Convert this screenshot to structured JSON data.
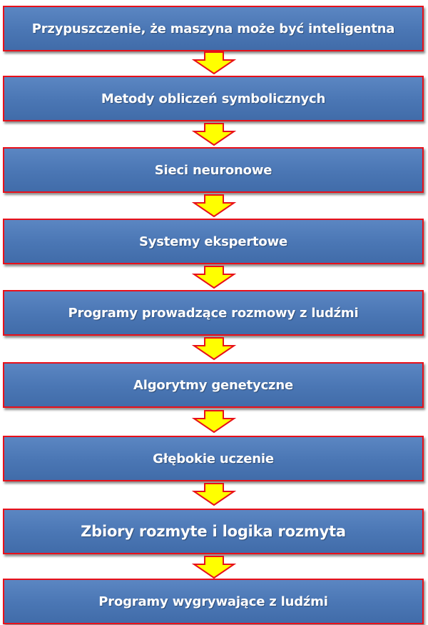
{
  "diagram": {
    "colors": {
      "box_fill": "#4a76b4",
      "box_border": "#e8101a",
      "arrow_fill": "#ffff00",
      "arrow_stroke": "#e8101a",
      "text": "#ffffff"
    },
    "steps": [
      {
        "label": "Przypuszczenie, że maszyna może być inteligentna"
      },
      {
        "label": "Metody obliczeń symbolicznych"
      },
      {
        "label": "Sieci neuronowe"
      },
      {
        "label": "Systemy ekspertowe"
      },
      {
        "label": "Programy prowadzące rozmowy z ludźmi"
      },
      {
        "label": "Algorytmy genetyczne"
      },
      {
        "label": "Głębokie uczenie"
      },
      {
        "label": "Zbiory rozmyte i logika rozmyta"
      },
      {
        "label": "Programy wygrywające z ludźmi"
      }
    ],
    "connector_icon": "down-arrow-icon"
  }
}
